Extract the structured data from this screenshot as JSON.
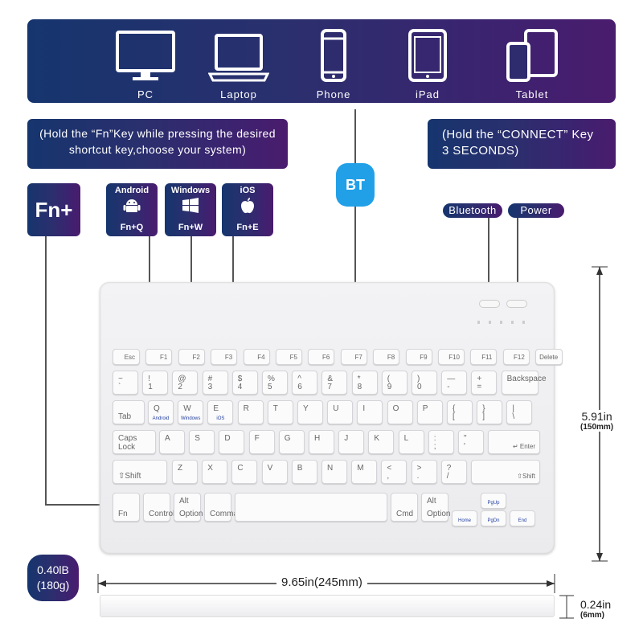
{
  "devices": [
    {
      "label": "PC",
      "icon": "pc-icon"
    },
    {
      "label": "Laptop",
      "icon": "laptop-icon"
    },
    {
      "label": "Phone",
      "icon": "phone-icon"
    },
    {
      "label": "iPad",
      "icon": "ipad-icon"
    },
    {
      "label": "Tablet",
      "icon": "tablet-icon"
    }
  ],
  "shortcut_note": "(Hold the “Fn”Key while pressing the desired shortcut key,choose your system)",
  "connect_note": "(Hold the “CONNECT” Key 3 SECONDS)",
  "fn_badge": "Fn+",
  "os": [
    {
      "name": "Android",
      "combo": "Fn+Q",
      "icon": "android-icon"
    },
    {
      "name": "Windows",
      "combo": "Fn+W",
      "icon": "windows-icon"
    },
    {
      "name": "iOS",
      "combo": "Fn+E",
      "icon": "apple-icon"
    }
  ],
  "bt": "BT",
  "bluetooth_label": "Bluetooth",
  "power_label": "Power",
  "keys": {
    "row0": [
      "Esc",
      "F1",
      "F2",
      "F3",
      "F4",
      "F5",
      "F6",
      "F7",
      "F8",
      "F9",
      "F10",
      "F11",
      "F12",
      "Delete"
    ],
    "row1": [
      [
        "~",
        "`"
      ],
      [
        "!",
        "1"
      ],
      [
        "@",
        "2"
      ],
      [
        "#",
        "3"
      ],
      [
        "$",
        "4"
      ],
      [
        "%",
        "5"
      ],
      [
        "^",
        "6"
      ],
      [
        "&",
        "7"
      ],
      [
        "*",
        "8"
      ],
      [
        "(",
        "9"
      ],
      [
        ")",
        "0"
      ],
      [
        "—",
        "-"
      ],
      [
        "+",
        "="
      ],
      [
        "Backspace",
        ""
      ]
    ],
    "tab": "Tab",
    "row2": [
      "Q",
      "W",
      "E",
      "R",
      "T",
      "Y",
      "U",
      "I",
      "O",
      "P"
    ],
    "row2_sub": {
      "Q": "Android",
      "W": "Windows",
      "E": "iOS"
    },
    "brackets": [
      [
        "{",
        "["
      ],
      [
        "}",
        "]"
      ],
      [
        "|",
        "\\"
      ]
    ],
    "caps": "Caps Lock",
    "row3": [
      "A",
      "S",
      "D",
      "F",
      "G",
      "H",
      "J",
      "K",
      "L"
    ],
    "row3_extra": [
      [
        ":",
        ";"
      ],
      [
        "\"",
        "'"
      ]
    ],
    "enter": "Enter",
    "shift": "Shift",
    "row4": [
      "Z",
      "X",
      "C",
      "V",
      "B",
      "N",
      "M"
    ],
    "row4_extra": [
      [
        "<",
        ","
      ],
      [
        ">",
        "."
      ],
      [
        "?",
        "/"
      ]
    ],
    "fn": "Fn",
    "control": "Control",
    "alt": "Alt",
    "option": "Option",
    "command": "Command",
    "cmd": "Cmd",
    "home": "Home",
    "pgup": "PgUp",
    "pgdn": "PgDn",
    "end": "End"
  },
  "weight": [
    "0.40lB",
    "(180g)"
  ],
  "height_dim": "5.91in",
  "height_mm": "(150mm)",
  "width_dim": "9.65in(245mm)",
  "thick_dim": "0.24in",
  "thick_mm": "(6mm)"
}
